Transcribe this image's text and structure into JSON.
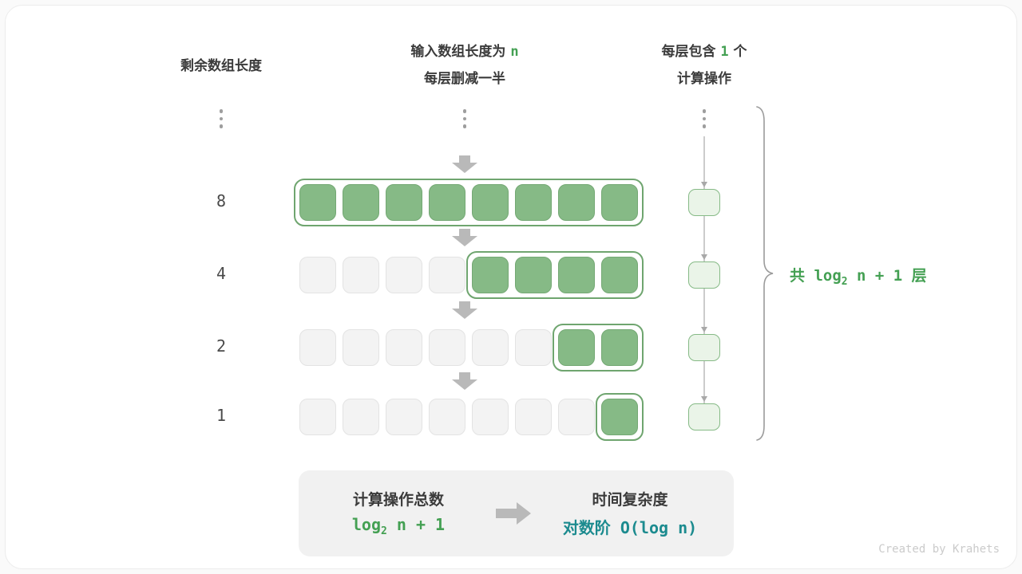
{
  "headers": {
    "left": "剩余数组长度",
    "center": {
      "line1_prefix": "输入数组长度为 ",
      "line1_highlight": "n",
      "line2": "每层删减一半"
    },
    "right": {
      "line1_prefix": "每层包含 ",
      "line1_highlight": "1",
      "line1_suffix": " 个",
      "line2": "计算操作"
    }
  },
  "rows": [
    {
      "label": "8",
      "total": 8,
      "filled": 8
    },
    {
      "label": "4",
      "total": 8,
      "filled": 4
    },
    {
      "label": "2",
      "total": 8,
      "filled": 2
    },
    {
      "label": "1",
      "total": 8,
      "filled": 1
    }
  ],
  "brace": {
    "prefix": "共 log",
    "sub": "2",
    "suffix": " n + 1 层"
  },
  "summary": {
    "left_title": "计算操作总数",
    "left_formula": {
      "prefix": "log",
      "sub": "2",
      "suffix": " n + 1"
    },
    "right_title": "时间复杂度",
    "right_formula": "对数阶 O(log n)"
  },
  "credit": "Created by Krahets",
  "colors": {
    "green_fill": "#86ba86",
    "green_border": "#6fa56f",
    "green_text": "#44a053",
    "light_green_fill": "#eaf4e8",
    "gray_cell": "#f3f3f3",
    "teal_text": "#1c8b8f",
    "arrow_gray": "#b9b9b9",
    "text_dark": "#3b3b3b"
  }
}
